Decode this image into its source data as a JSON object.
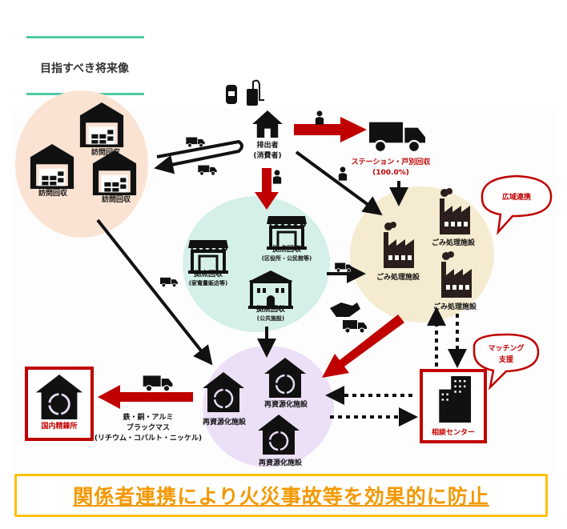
{
  "header": {
    "title": "目指すべき将来像"
  },
  "colors": {
    "accent_line": "#4fc9a6",
    "red": "#c00000",
    "banner_border": "#ffc000",
    "banner_text": "#f39800",
    "visit_circle": "#fbe3d3",
    "point_circle": "#d5efe9",
    "facility_circle": "#f5ebd0",
    "recycle_circle": "#ece0f7"
  },
  "diagram": {
    "visit_collection": [
      "訪問回収",
      "訪問回収",
      "訪問回収"
    ],
    "discharger": {
      "label": "排出者",
      "sub": "(消費者)"
    },
    "station": {
      "label": "ステーション・戸別回収",
      "rate": "(100.0%)"
    },
    "wide_area": "広域連携",
    "points": [
      {
        "label": "拠点回収",
        "sub": "(家電量販店等)"
      },
      {
        "label": "拠点回収",
        "sub": "(区役所・公民館等)"
      },
      {
        "label": "拠点回収",
        "sub": "(公共施設)"
      }
    ],
    "waste_facilities": [
      "ごみ処理施設",
      "ごみ処理施設",
      "ごみ処理施設"
    ],
    "matching": [
      "マッチング",
      "支援"
    ],
    "recycle_facilities": [
      "再資源化施設",
      "再資源化施設",
      "再資源化施設"
    ],
    "refinery": "国内精錬所",
    "materials": [
      "鉄・銅・アルミ",
      "ブラックマス",
      "(リチウム・コバルト・ニッケル)"
    ],
    "consult_center": "相談センター"
  },
  "banner": {
    "text": "関係者連携により火災事故等を効果的に防止"
  }
}
